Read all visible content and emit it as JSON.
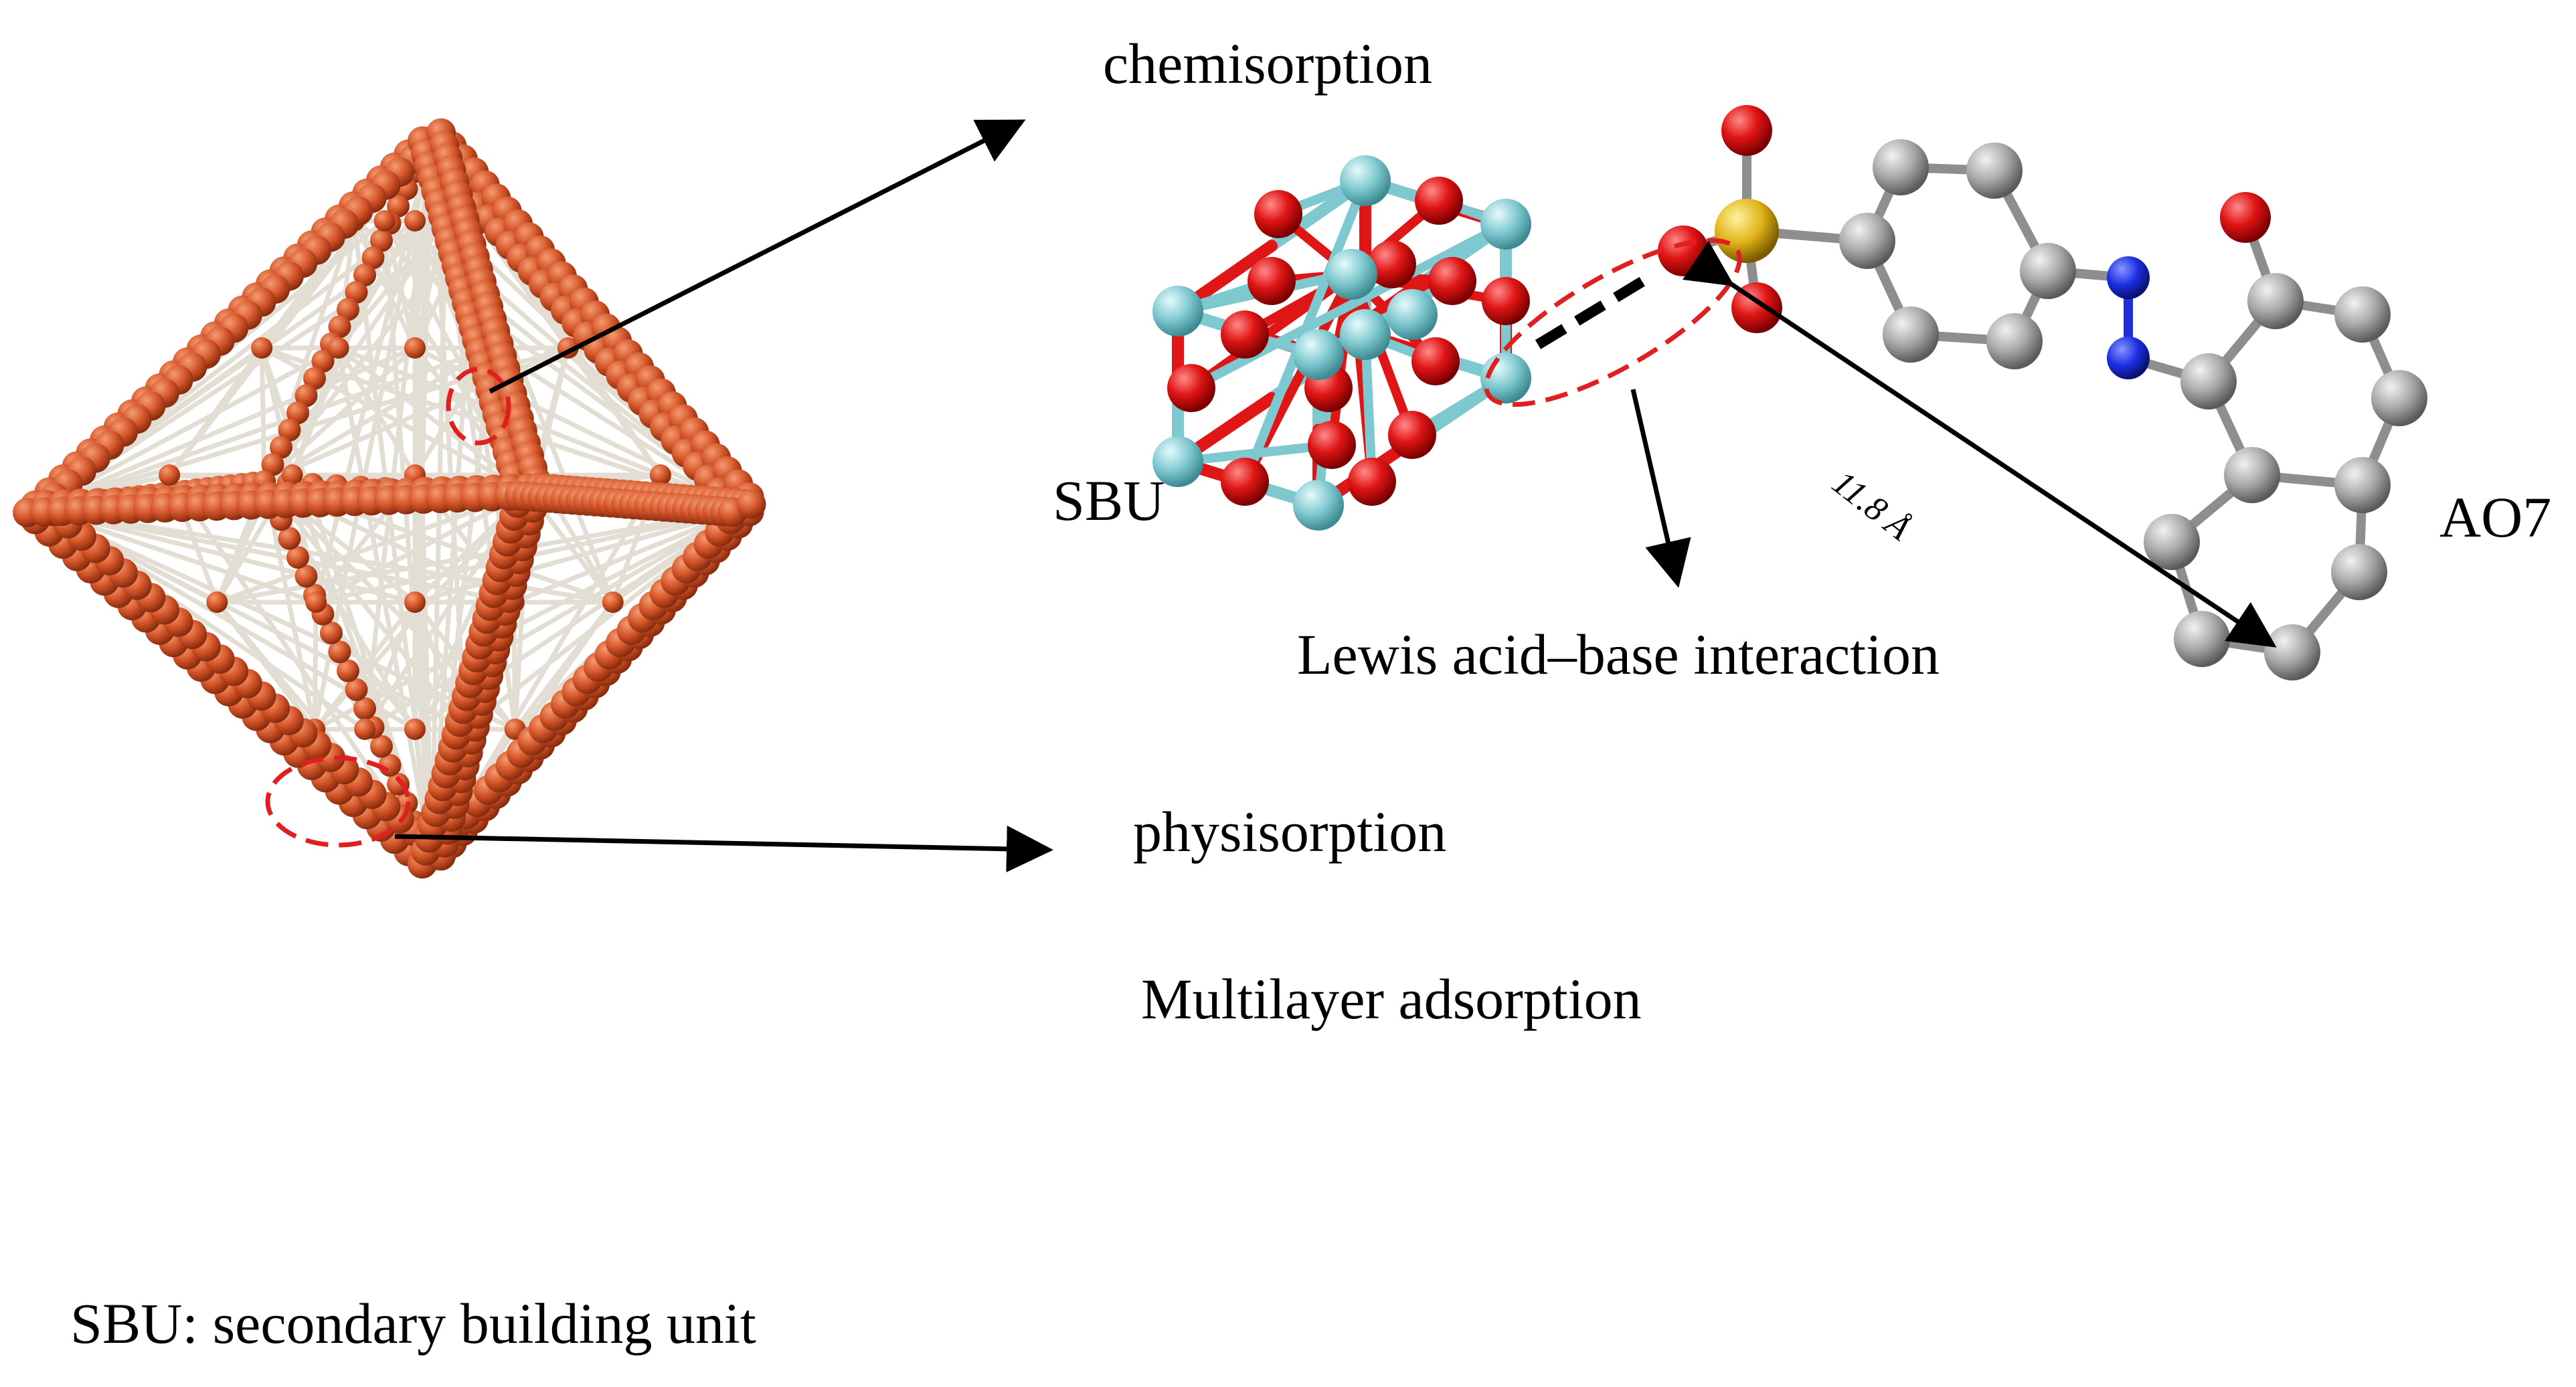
{
  "labels": {
    "chemisorption": "chemisorption",
    "lewis": "Lewis acid–base interaction",
    "physisorption": "physisorption",
    "multilayer": "Multilayer adsorption",
    "sbu": "SBU",
    "ao7": "AO7",
    "distance": "11.8 Å",
    "footnote": "SBU: secondary building unit"
  },
  "colors": {
    "framework_atom": "#d4562a",
    "framework_strut": "#e8e4dc",
    "oxygen": "#e01515",
    "metal": "#7ec8cf",
    "sulfur": "#e0b418",
    "carbon": "#a8a8a8",
    "nitrogen": "#1c2ee0",
    "highlight": "#e02020",
    "arrow": "#000000"
  },
  "icons": {
    "framework": "octahedral-mof-crystal",
    "cluster": "sbu-cubic-cluster",
    "molecule": "ao7-dye-molecule"
  }
}
